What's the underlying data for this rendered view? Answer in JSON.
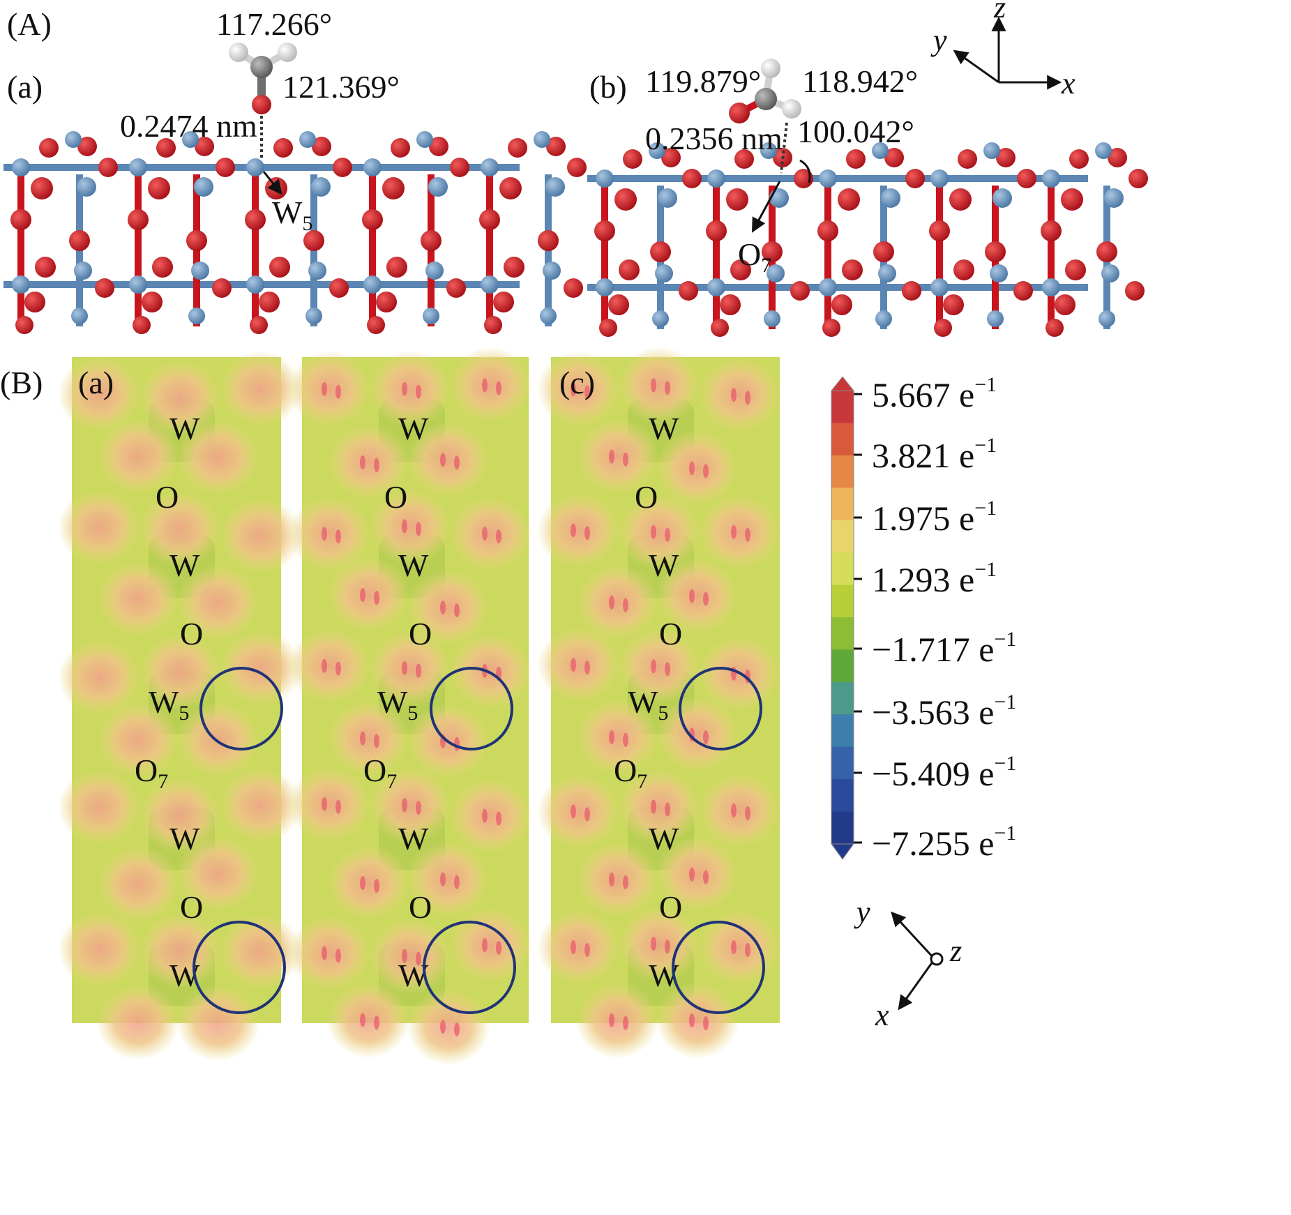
{
  "figure": {
    "panel_A": {
      "label": "(A)",
      "a": {
        "label": "(a)",
        "angle_top": "117.266°",
        "angle_right": "121.369°",
        "distance": "0.2474 nm",
        "atom_label": {
          "main": "W",
          "sub": "5"
        }
      },
      "b": {
        "label": "(b)",
        "angle_left": "119.879°",
        "angle_right": "118.942°",
        "distance": "0.2356 nm",
        "angle_bond": "100.042°",
        "atom_label": {
          "main": "O",
          "sub": "7"
        }
      },
      "axes": {
        "z": "z",
        "y": "y",
        "x": "x"
      }
    },
    "panel_B": {
      "label": "(B)",
      "maps": [
        {
          "label": "(a)"
        },
        {
          "label": ""
        },
        {
          "label": "(c)"
        }
      ],
      "atom_column": [
        {
          "main": "W",
          "sub": ""
        },
        {
          "main": "O",
          "sub": ""
        },
        {
          "main": "W",
          "sub": ""
        },
        {
          "main": "O",
          "sub": ""
        },
        {
          "main": "W",
          "sub": "5"
        },
        {
          "main": "O",
          "sub": "7"
        },
        {
          "main": "W",
          "sub": ""
        },
        {
          "main": "O",
          "sub": ""
        },
        {
          "main": "W",
          "sub": ""
        }
      ],
      "colorbar": {
        "ticks": [
          {
            "mant": "5.667",
            "unit": "e",
            "exp": "−1"
          },
          {
            "mant": "3.821",
            "unit": "e",
            "exp": "−1"
          },
          {
            "mant": "1.975",
            "unit": "e",
            "exp": "−1"
          },
          {
            "mant": "1.293",
            "unit": "e",
            "exp": "−1"
          },
          {
            "mant": "−1.717",
            "unit": "e",
            "exp": "−1"
          },
          {
            "mant": "−3.563",
            "unit": "e",
            "exp": "−1"
          },
          {
            "mant": "−5.409",
            "unit": "e",
            "exp": "−1"
          },
          {
            "mant": "−7.255",
            "unit": "e",
            "exp": "−1"
          }
        ],
        "colors": [
          "#c8383b",
          "#d85a3c",
          "#e58747",
          "#efb55a",
          "#e8d468",
          "#d6dd5a",
          "#b8cf3a",
          "#8dbd35",
          "#5fa83a",
          "#4e9a8a",
          "#3e7fae",
          "#3562a8",
          "#2c4a9c",
          "#233a8a"
        ]
      },
      "axes": {
        "y": "y",
        "z": "z",
        "x": "x"
      }
    },
    "colors": {
      "tungsten": "#5b86b3",
      "oxygen": "#c8141c",
      "carbon": "#6e6e6e",
      "hydrogen": "#f2f2f2",
      "map_bg": "#cbd95e",
      "circle": "#1f3377"
    }
  }
}
